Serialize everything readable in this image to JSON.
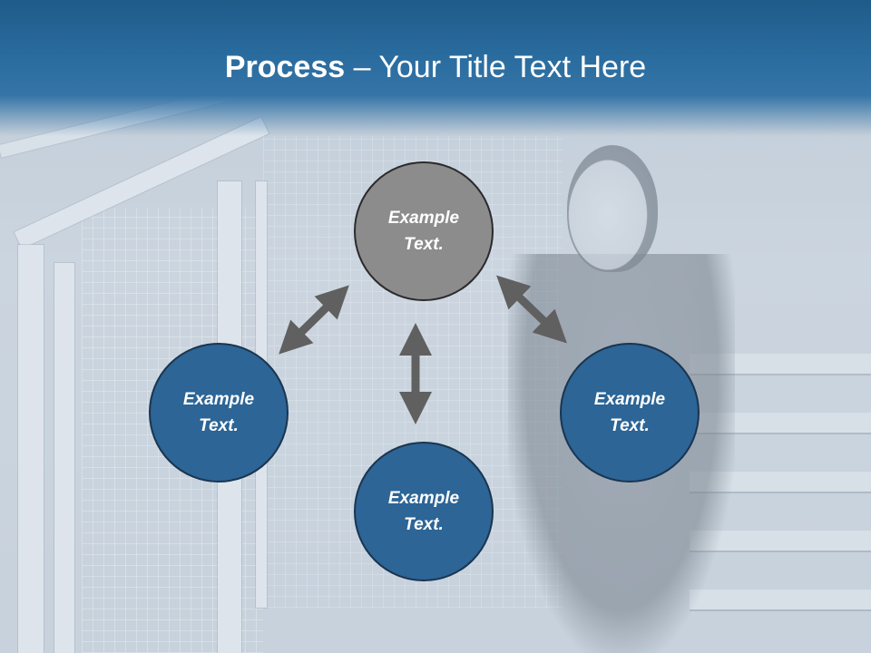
{
  "slide": {
    "title_bold": "Process",
    "title_rest": " – Your Title Text Here"
  },
  "diagram": {
    "nodes": [
      {
        "id": "top",
        "label": "Example\nText.",
        "color": "#8c8c8c"
      },
      {
        "id": "left",
        "label": "Example\nText.",
        "color": "#2c6596"
      },
      {
        "id": "right",
        "label": "Example\nText.",
        "color": "#2c6596"
      },
      {
        "id": "bottom",
        "label": "Example\nText.",
        "color": "#2c6596"
      }
    ],
    "arrow_color": "#606060",
    "connections": [
      {
        "from": "top",
        "to": "left",
        "bidirectional": true
      },
      {
        "from": "top",
        "to": "right",
        "bidirectional": true
      },
      {
        "from": "top",
        "to": "bottom",
        "bidirectional": true
      }
    ]
  },
  "theme": {
    "title_band_color": "#2b6da0",
    "title_text_color": "#ffffff"
  }
}
